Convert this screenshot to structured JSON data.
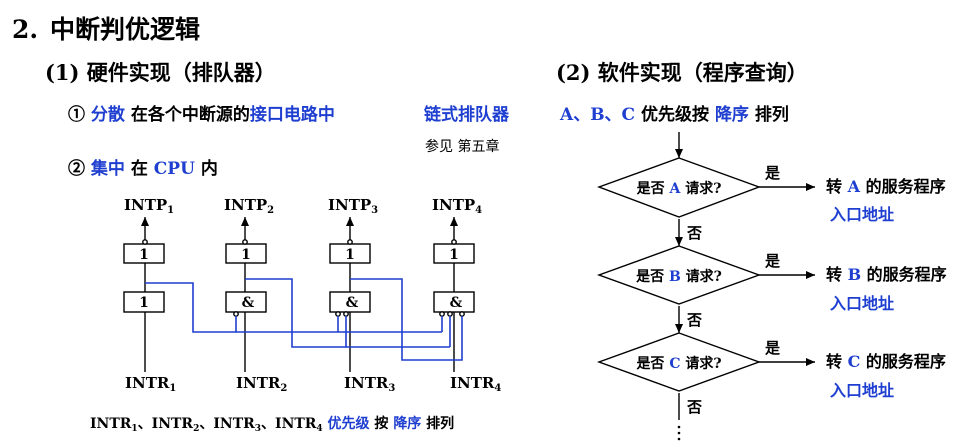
{
  "heading": {
    "number": "2.",
    "title": "中断判优逻辑"
  },
  "hardware": {
    "title": "(1) 硬件实现（排队器）",
    "item1": {
      "prefix": "① ",
      "w1": "分散",
      "w2": " 在各个中断源的",
      "w3": "接口电路中",
      "w4": "链式排队器"
    },
    "note": "参见 第五章",
    "item2": {
      "prefix": "② ",
      "w1": "集中",
      "w2": " 在 ",
      "w3": "CPU",
      "w4": " 内"
    },
    "outputs": [
      {
        "base": "INTP",
        "sub": "1"
      },
      {
        "base": "INTP",
        "sub": "2"
      },
      {
        "base": "INTP",
        "sub": "3"
      },
      {
        "base": "INTP",
        "sub": "4"
      }
    ],
    "inputs": [
      {
        "base": "INTR",
        "sub": "1"
      },
      {
        "base": "INTR",
        "sub": "2"
      },
      {
        "base": "INTR",
        "sub": "3"
      },
      {
        "base": "INTR",
        "sub": "4"
      }
    ],
    "upper_gates": [
      "1",
      "1",
      "1",
      "1"
    ],
    "lower_gates": [
      "1",
      "&",
      "&",
      "&"
    ],
    "footer": {
      "t1": "INTR",
      "s1": "1",
      "sep1": "、",
      "t2": "INTR",
      "s2": "2",
      "sep2": "、",
      "t3": "INTR",
      "s3": "3",
      "sep3": "、",
      "t4": "INTR",
      "s4": "4",
      "w1": " 优先级",
      "w2": " 按 ",
      "w3": "降序",
      "w4": " 排列"
    }
  },
  "software": {
    "title": "(2) 软件实现（程序查询）",
    "subtitle": {
      "w1": "A、B、C",
      "w2": " 优先级按 ",
      "w3": "降序",
      "w4": " 排列"
    },
    "steps": [
      {
        "q1": "是否 ",
        "q2": "A",
        "q3": " 请求?",
        "yes": "是",
        "no": "否",
        "t1": "转 ",
        "t2": "A",
        "t3": " 的服务程序",
        "entry": "入口地址"
      },
      {
        "q1": "是否 ",
        "q2": "B",
        "q3": " 请求?",
        "yes": "是",
        "no": "否",
        "t1": "转 ",
        "t2": "B",
        "t3": " 的服务程序",
        "entry": "入口地址"
      },
      {
        "q1": "是否 ",
        "q2": "C",
        "q3": " 请求?",
        "yes": "是",
        "no": "否",
        "t1": "转 ",
        "t2": "C",
        "t3": " 的服务程序",
        "entry": "入口地址"
      }
    ]
  },
  "colors": {
    "accent": "#1f3fd0",
    "text": "#000000",
    "wire": "#1f3fd0"
  }
}
